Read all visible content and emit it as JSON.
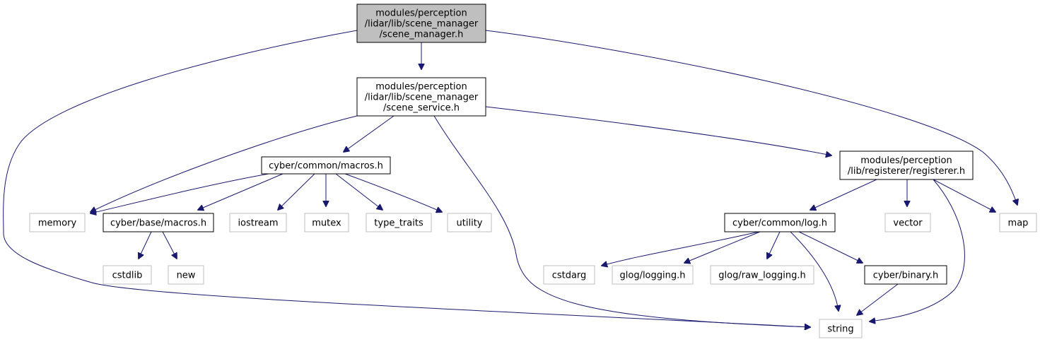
{
  "graph_title": "",
  "colors": {
    "root_fill": "#bfbfbf",
    "documented_border": "#000000",
    "external_border": "#bfbfbf",
    "edge": "#191970"
  },
  "nodes": [
    {
      "id": "scene_manager_h",
      "kind": "root",
      "lines": [
        "modules/perception",
        "/lidar/lib/scene_manager",
        "/scene_manager.h"
      ]
    },
    {
      "id": "scene_service_h",
      "kind": "documented",
      "lines": [
        "modules/perception",
        "/lidar/lib/scene_manager",
        "/scene_service.h"
      ]
    },
    {
      "id": "cyber_common_macros_h",
      "kind": "documented",
      "lines": [
        "cyber/common/macros.h"
      ]
    },
    {
      "id": "registerer_h",
      "kind": "documented",
      "lines": [
        "modules/perception",
        "/lib/registerer/registerer.h"
      ]
    },
    {
      "id": "memory",
      "kind": "external",
      "lines": [
        "memory"
      ]
    },
    {
      "id": "cyber_base_macros_h",
      "kind": "documented",
      "lines": [
        "cyber/base/macros.h"
      ]
    },
    {
      "id": "iostream",
      "kind": "external",
      "lines": [
        "iostream"
      ]
    },
    {
      "id": "mutex",
      "kind": "external",
      "lines": [
        "mutex"
      ]
    },
    {
      "id": "type_traits",
      "kind": "external",
      "lines": [
        "type_traits"
      ]
    },
    {
      "id": "utility",
      "kind": "external",
      "lines": [
        "utility"
      ]
    },
    {
      "id": "cyber_common_log_h",
      "kind": "documented",
      "lines": [
        "cyber/common/log.h"
      ]
    },
    {
      "id": "vector",
      "kind": "external",
      "lines": [
        "vector"
      ]
    },
    {
      "id": "map",
      "kind": "external",
      "lines": [
        "map"
      ]
    },
    {
      "id": "cstdlib",
      "kind": "external",
      "lines": [
        "cstdlib"
      ]
    },
    {
      "id": "new",
      "kind": "external",
      "lines": [
        "new"
      ]
    },
    {
      "id": "cstdarg",
      "kind": "external",
      "lines": [
        "cstdarg"
      ]
    },
    {
      "id": "glog_logging_h",
      "kind": "external",
      "lines": [
        "glog/logging.h"
      ]
    },
    {
      "id": "glog_raw_logging_h",
      "kind": "external",
      "lines": [
        "glog/raw_logging.h"
      ]
    },
    {
      "id": "cyber_binary_h",
      "kind": "documented",
      "lines": [
        "cyber/binary.h"
      ]
    },
    {
      "id": "string",
      "kind": "external",
      "lines": [
        "string"
      ]
    }
  ],
  "edges": [
    {
      "from": "scene_manager_h",
      "to": "scene_service_h"
    },
    {
      "from": "scene_manager_h",
      "to": "string"
    },
    {
      "from": "scene_manager_h",
      "to": "map"
    },
    {
      "from": "scene_service_h",
      "to": "memory"
    },
    {
      "from": "scene_service_h",
      "to": "cyber_common_macros_h"
    },
    {
      "from": "scene_service_h",
      "to": "string"
    },
    {
      "from": "scene_service_h",
      "to": "registerer_h"
    },
    {
      "from": "cyber_common_macros_h",
      "to": "memory"
    },
    {
      "from": "cyber_common_macros_h",
      "to": "cyber_base_macros_h"
    },
    {
      "from": "cyber_common_macros_h",
      "to": "iostream"
    },
    {
      "from": "cyber_common_macros_h",
      "to": "mutex"
    },
    {
      "from": "cyber_common_macros_h",
      "to": "type_traits"
    },
    {
      "from": "cyber_common_macros_h",
      "to": "utility"
    },
    {
      "from": "cyber_base_macros_h",
      "to": "cstdlib"
    },
    {
      "from": "cyber_base_macros_h",
      "to": "new"
    },
    {
      "from": "registerer_h",
      "to": "cyber_common_log_h"
    },
    {
      "from": "registerer_h",
      "to": "vector"
    },
    {
      "from": "registerer_h",
      "to": "map"
    },
    {
      "from": "registerer_h",
      "to": "string"
    },
    {
      "from": "cyber_common_log_h",
      "to": "cstdarg"
    },
    {
      "from": "cyber_common_log_h",
      "to": "glog_logging_h"
    },
    {
      "from": "cyber_common_log_h",
      "to": "glog_raw_logging_h"
    },
    {
      "from": "cyber_common_log_h",
      "to": "cyber_binary_h"
    },
    {
      "from": "cyber_common_log_h",
      "to": "string"
    },
    {
      "from": "cyber_binary_h",
      "to": "string"
    }
  ]
}
